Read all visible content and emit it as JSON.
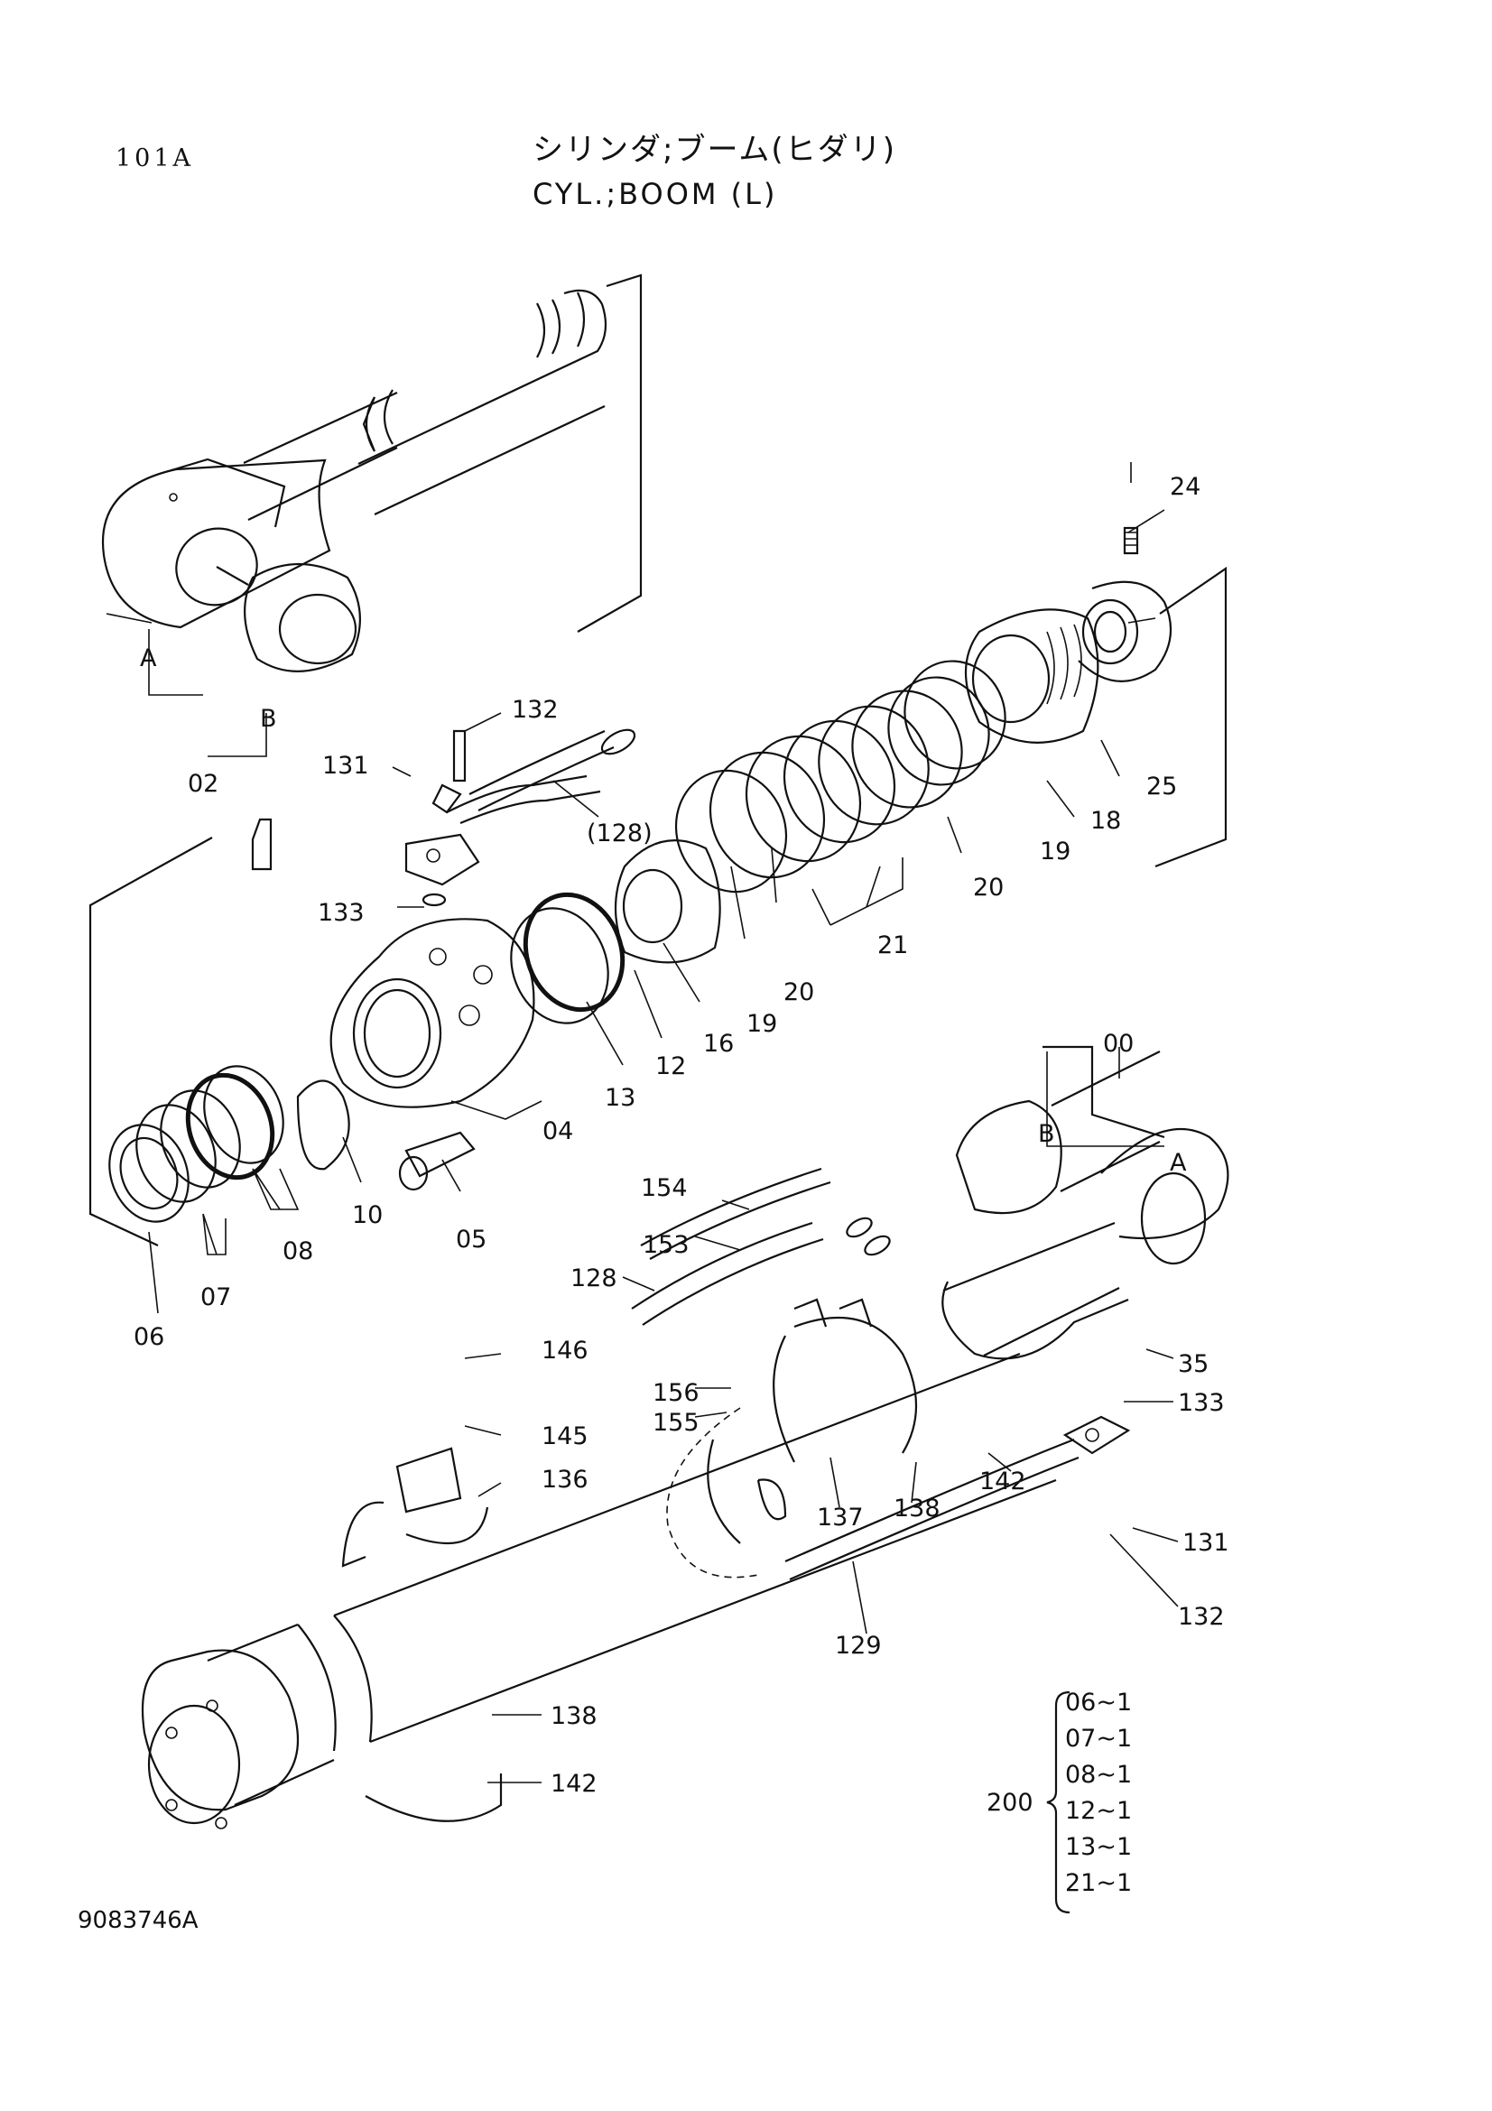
{
  "header": {
    "page_code": "101A",
    "title_jp": "シリンダ;ブーム(ヒダリ)",
    "title_en": "CYL.;BOOM (L)"
  },
  "footer": {
    "drawing_number": "9083746A"
  },
  "callouts": {
    "c24": "24",
    "c25": "25",
    "c18": "18",
    "c19a": "19",
    "c20a": "20",
    "c21": "21",
    "c20b": "20",
    "c19b": "19",
    "c16": "16",
    "c12": "12",
    "c13": "13",
    "c04": "04",
    "c05": "05",
    "c10": "10",
    "c08": "08",
    "c07": "07",
    "c06": "06",
    "c02": "02",
    "cA1": "A",
    "cB1": "B",
    "c131a": "131",
    "c132a": "132",
    "c128a": "(128)",
    "c133a": "133",
    "c00": "00",
    "cB2": "B",
    "cA2": "A",
    "c154": "154",
    "c153": "153",
    "c128b": "128",
    "c156": "156",
    "c155": "155",
    "c146": "146",
    "c145": "145",
    "c136": "136",
    "c137": "137",
    "c138a": "138",
    "c142a": "142",
    "c35": "35",
    "c133b": "133",
    "c131b": "131",
    "c132b": "132",
    "c129": "129",
    "c138b": "138",
    "c142b": "142"
  },
  "kit": {
    "label": "200",
    "items": [
      "06~1",
      "07~1",
      "08~1",
      "12~1",
      "13~1",
      "21~1"
    ]
  }
}
